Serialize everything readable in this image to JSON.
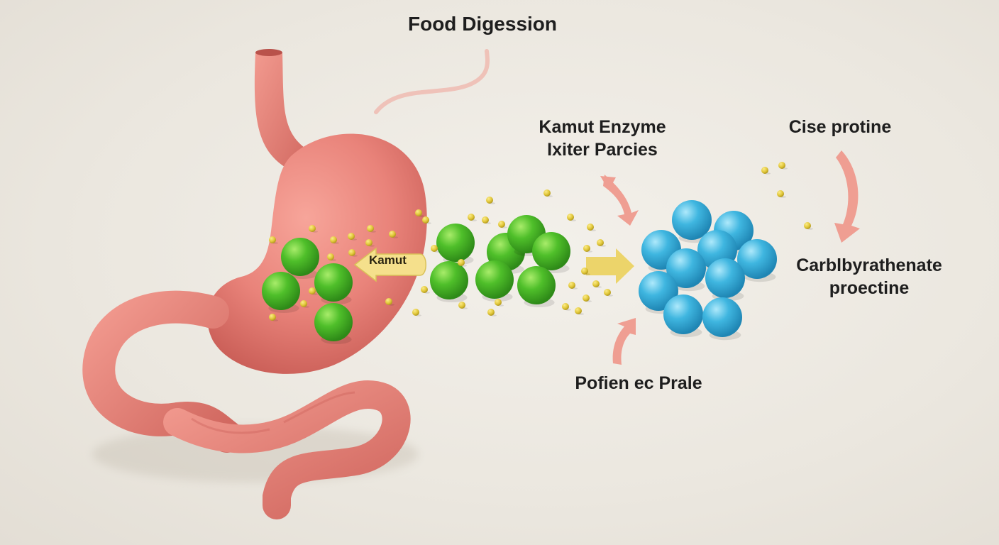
{
  "title": "Food Digession",
  "labels": {
    "enzyme_line1": "Kamut Enzyme",
    "enzyme_line2": "Ixiter Parcies",
    "cise": "Cise protine",
    "carb_line1": "Carblbyrathenate",
    "carb_line2": "proectine",
    "pofien": "Pofien ec Prale",
    "kamut_arrow": "Kamut"
  },
  "colors": {
    "background": "#ede9e2",
    "stomach": "#e9837a",
    "stomach_shadow": "#c95d56",
    "green_particle": "#4fbf2a",
    "blue_particle": "#3fb6e0",
    "yellow_particle": "#e3c93c",
    "arrow_yellow": "#ecd46a",
    "arrow_pink": "#ef9e92",
    "text": "#1e1e1e"
  },
  "icons": [
    "stomach-illustration",
    "kamut-arrow-icon",
    "flow-arrow-icon",
    "curved-arrow-icon"
  ]
}
